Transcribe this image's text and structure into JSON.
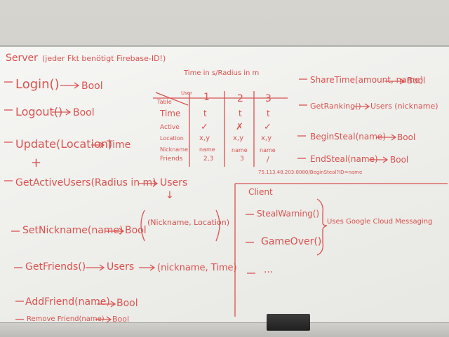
{
  "server": {
    "title": "Server",
    "title_note": "(jeder Fkt benötigt Firebase-ID!)",
    "methods": [
      {
        "name": "Login()",
        "ret": "Bool"
      },
      {
        "name": "Logout()",
        "ret": "Bool"
      },
      {
        "name": "Update(Location)",
        "ret": "Time"
      },
      {
        "name": "GetActiveUsers(Radius in m)",
        "ret": "Users"
      },
      {
        "name": "SetNickname(name)",
        "ret": "Bool"
      },
      {
        "name": "GetFriends()",
        "ret": "Users",
        "extra": "(nickname, Time)"
      },
      {
        "name": "AddFriend(name)",
        "ret": "Bool"
      },
      {
        "name": "Remove Friend(name)",
        "ret": "Bool"
      }
    ],
    "plus": "+",
    "users_note": "(Nickname, Location)",
    "down_arrow": "↓"
  },
  "table": {
    "heading": "Time in s/Radius in m",
    "corner_top": "User",
    "corner_bottom": "Table",
    "columns": [
      "1",
      "2",
      "3"
    ],
    "rows": [
      {
        "label": "Time",
        "cells": [
          "t",
          "t",
          "t"
        ]
      },
      {
        "label": "Active",
        "cells": [
          "✓",
          "✗",
          "✓"
        ]
      },
      {
        "label": "Location",
        "cells": [
          "x,y",
          "x,y",
          "x,y"
        ]
      },
      {
        "label": "Nickname",
        "cells": [
          "name",
          "name",
          "name"
        ]
      },
      {
        "label": "Friends",
        "cells": [
          "2,3",
          "3",
          "/"
        ]
      }
    ]
  },
  "right_methods": [
    {
      "name": "ShareTime(amount, name)",
      "ret": "Bool"
    },
    {
      "name": "GetRanking()",
      "ret": "Users (nickname)"
    },
    {
      "name": "BeginSteal(name)",
      "ret": "Bool"
    },
    {
      "name": "EndSteal(name)",
      "ret": "Bool"
    }
  ],
  "url": "75.113.48.203:8080/BeginSteal?ID=name",
  "client": {
    "title": "Client",
    "items": [
      "StealWarning()",
      "GameOver()"
    ],
    "note": "Uses Google Cloud Messaging",
    "ellipsis": "..."
  },
  "colors": {
    "marker": "#d9534f",
    "board": "#f2f2ef",
    "eraser": "#262626"
  }
}
